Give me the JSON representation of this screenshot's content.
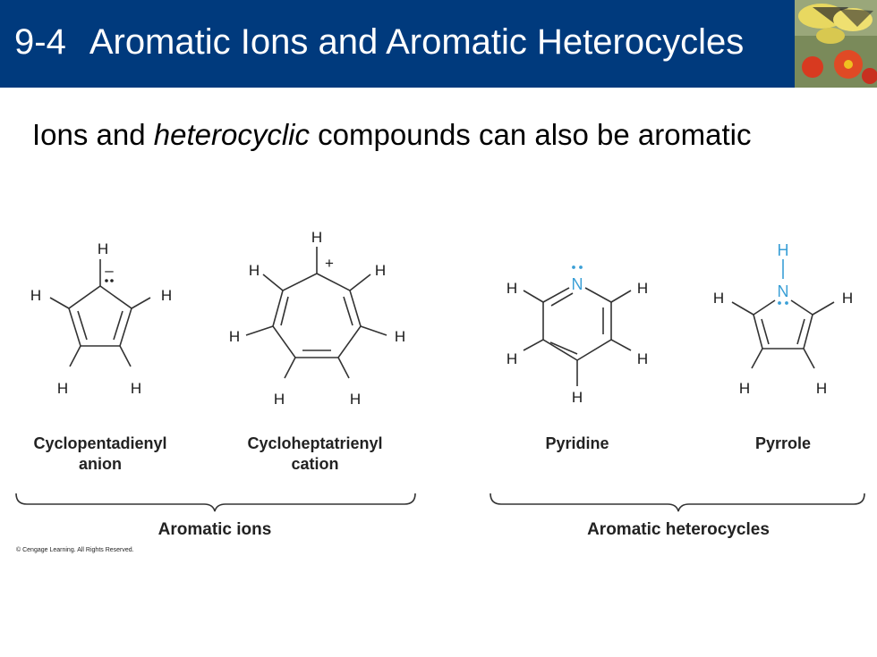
{
  "slide": {
    "number": "9-4",
    "title": "Aromatic Ions and Aromatic Heterocycles",
    "subtitle_pre": "Ions and ",
    "subtitle_em": "heterocyclic",
    "subtitle_post": " compounds can also be aromatic"
  },
  "figure": {
    "atoms": {
      "h": "H",
      "n": "N",
      "plus": "+",
      "minus": "–"
    },
    "compounds": [
      {
        "line1": "Cyclopentadienyl",
        "line2": "anion"
      },
      {
        "line1": "Cycloheptatrienyl",
        "line2": "cation"
      },
      {
        "line1": "Pyridine"
      },
      {
        "line1": "Pyrrole"
      }
    ],
    "groups": [
      "Aromatic ions",
      "Aromatic heterocycles"
    ],
    "copyright": "© Cengage Learning. All Rights Reserved."
  },
  "colors": {
    "title_bar": "#003a7d",
    "heteroatom": "#3a9fd6"
  }
}
